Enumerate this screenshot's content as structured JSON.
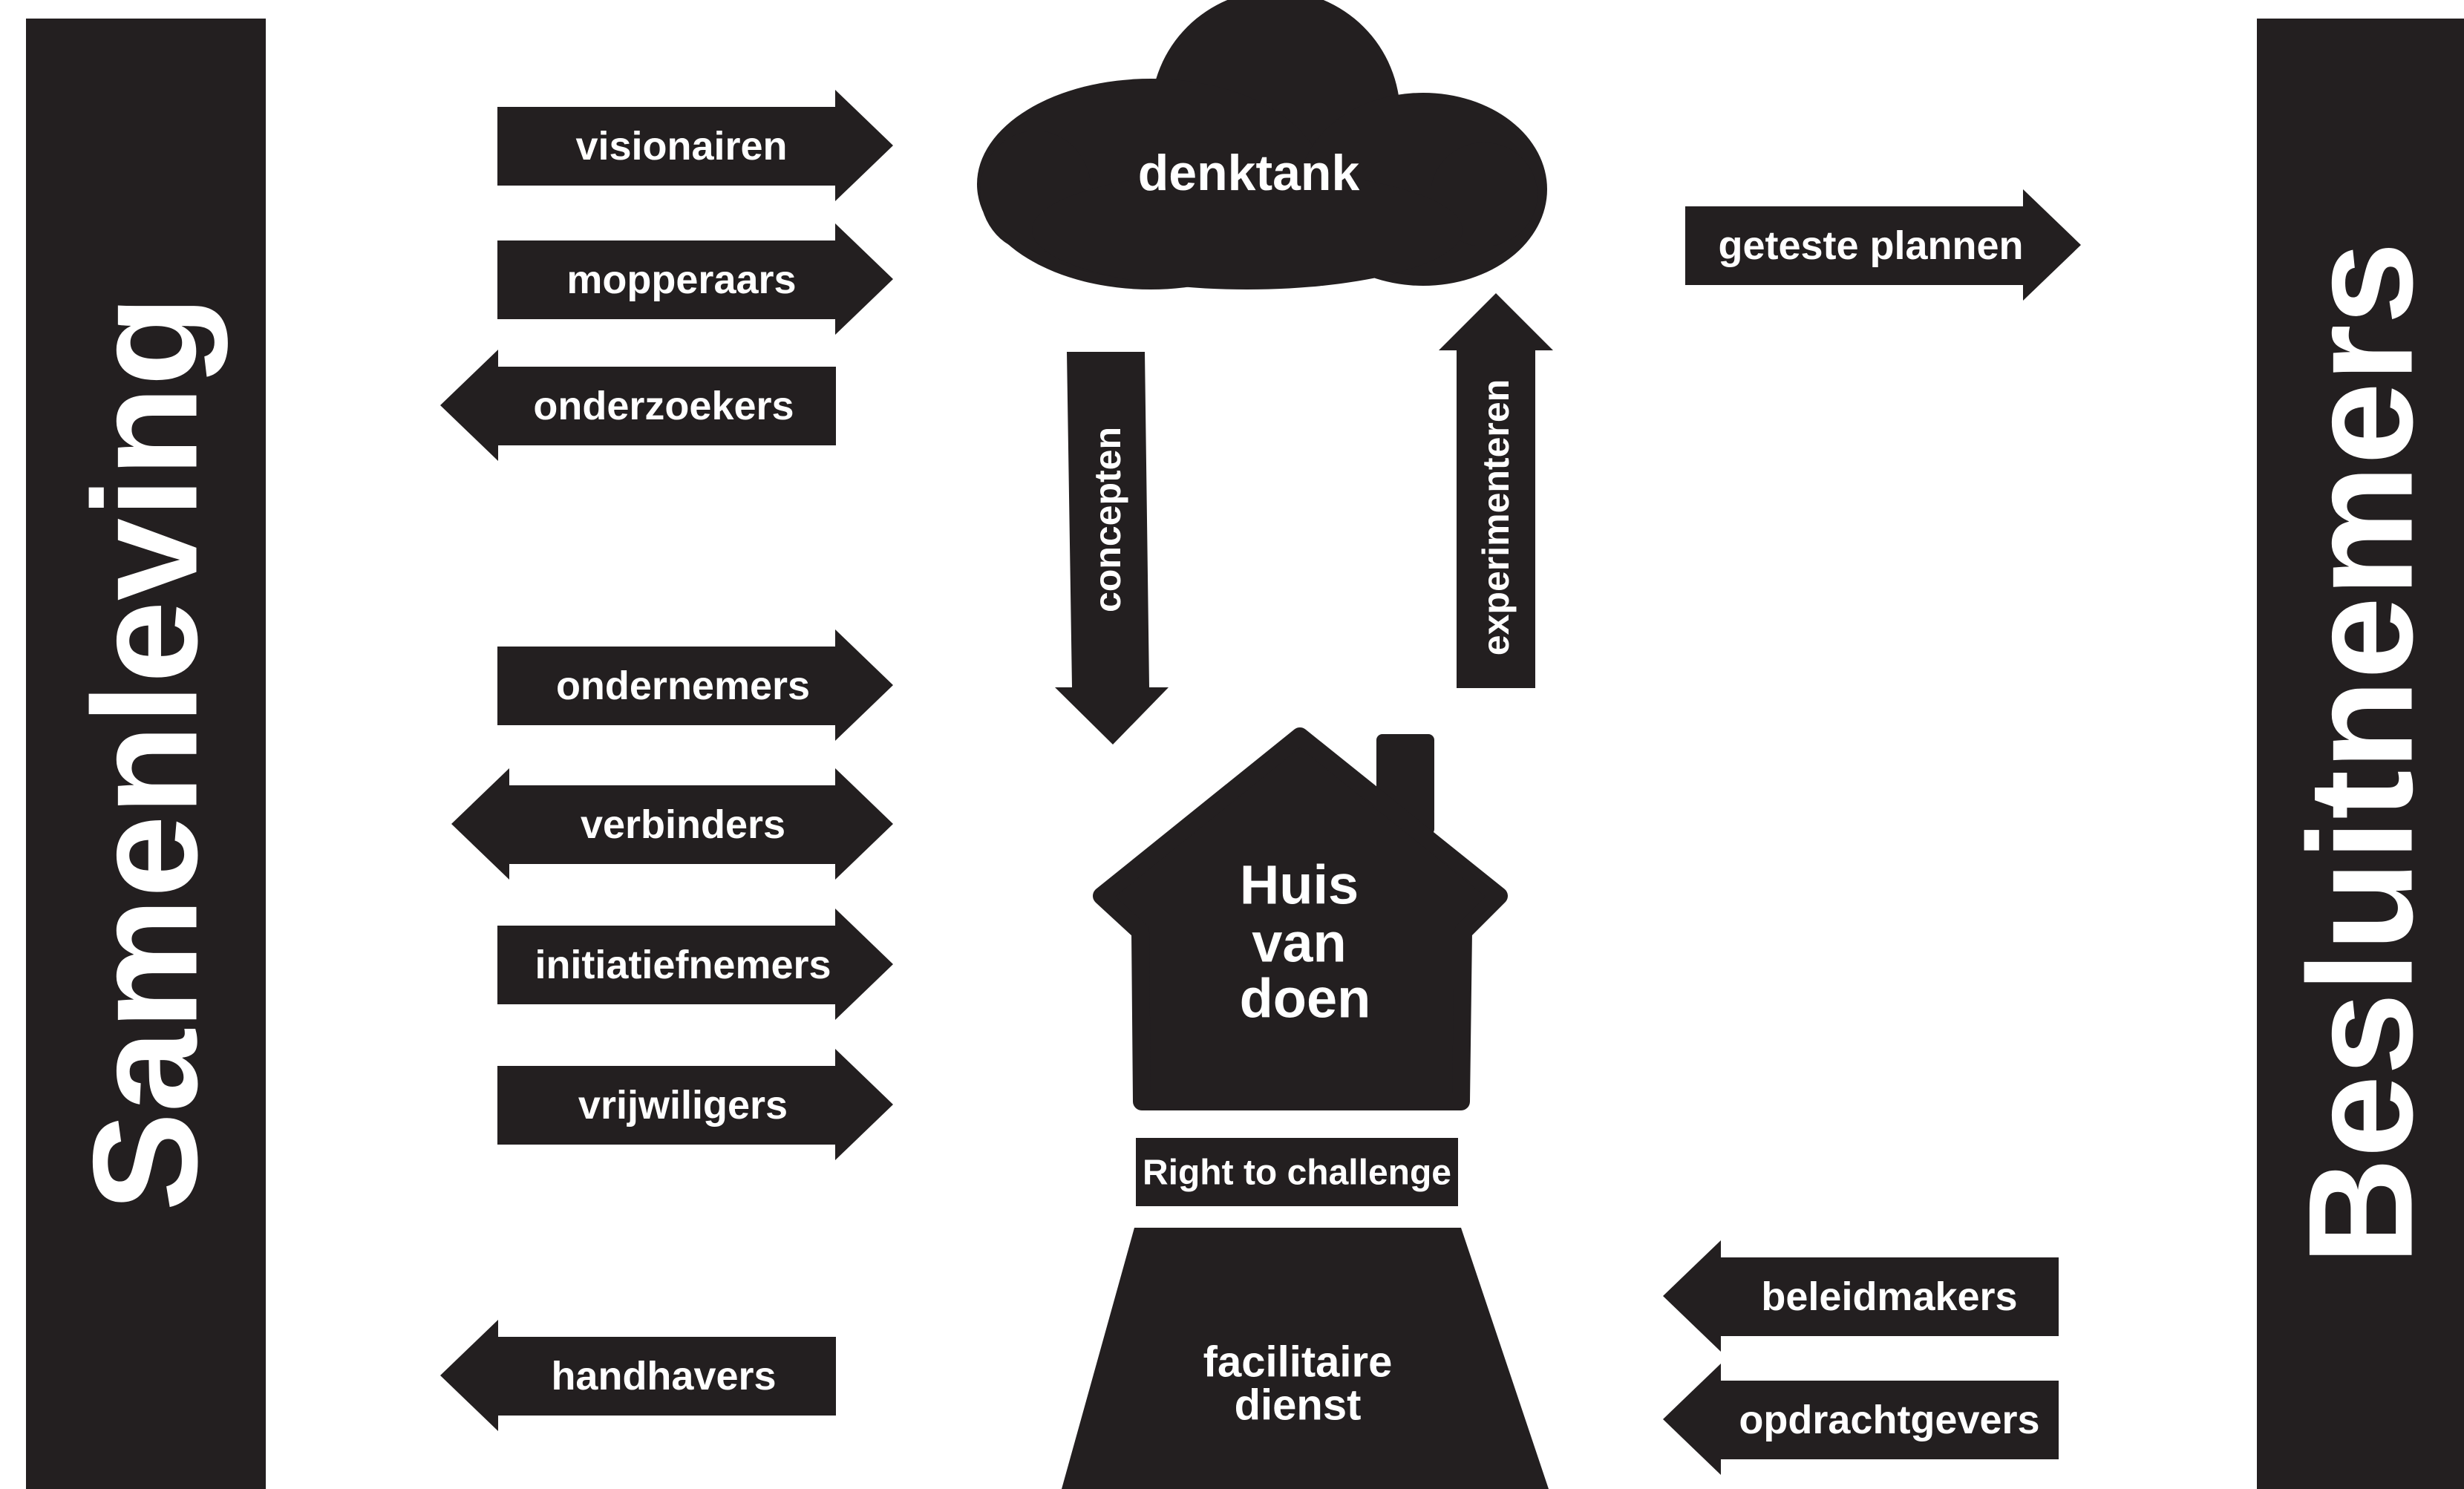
{
  "colors": {
    "ink": "#231f20",
    "paper": "#ffffff"
  },
  "sides": {
    "left": "Samenleving",
    "right": "Besluitnemers"
  },
  "left_arrows": [
    {
      "label": "visionairen",
      "direction": "right"
    },
    {
      "label": "mopperaars",
      "direction": "right"
    },
    {
      "label": "onderzoekers",
      "direction": "left"
    },
    {
      "label": "ondernemers",
      "direction": "right"
    },
    {
      "label": "verbinders",
      "direction": "both"
    },
    {
      "label": "initiatiefnemers",
      "direction": "right"
    },
    {
      "label": "vrijwiligers",
      "direction": "right"
    },
    {
      "label": "handhavers",
      "direction": "left"
    }
  ],
  "right_arrows": [
    {
      "label": "geteste plannen",
      "direction": "right"
    },
    {
      "label": "beleidmakers",
      "direction": "left"
    },
    {
      "label": "opdrachtgevers",
      "direction": "left"
    }
  ],
  "center": {
    "cloud": "denktank",
    "down_arrow": "concepten",
    "up_arrow": "experimenteren",
    "house": [
      "Huis",
      "van",
      "doen"
    ],
    "banner": "Right to challenge",
    "base": [
      "facilitaire",
      "dienst"
    ]
  }
}
